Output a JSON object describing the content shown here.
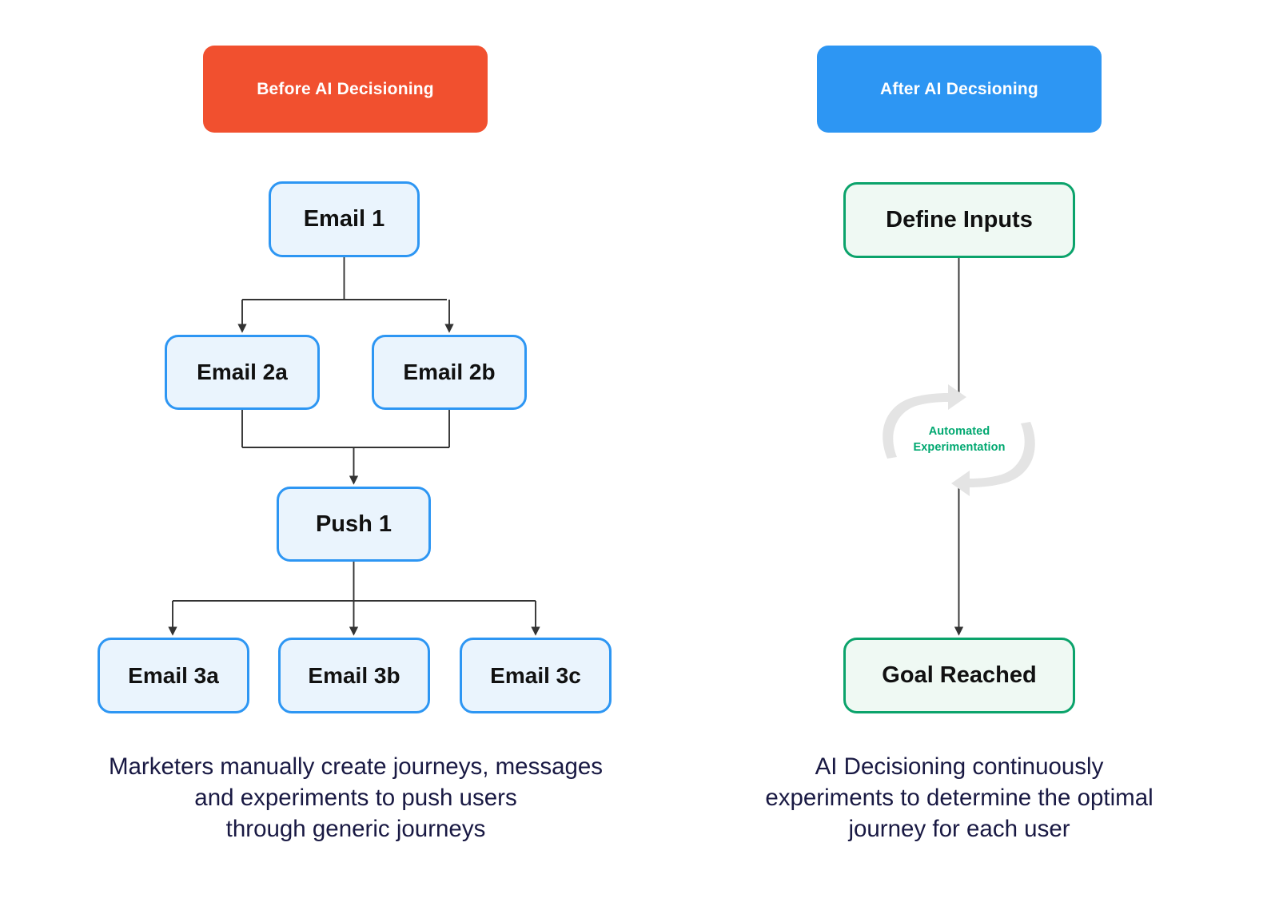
{
  "theme": {
    "before_pill_color": "#F1502F",
    "after_pill_color": "#2D96F3",
    "blue_node_border": "#2D96F3",
    "blue_node_fill": "#EAF4FD",
    "green_node_border": "#0BA36B",
    "green_node_fill": "#EFF9F3",
    "connector_color": "#333333",
    "loop_arrow_color": "#E3E3E3",
    "loop_label_color": "#00A870",
    "caption_color": "#191943",
    "background": "#FFFFFF"
  },
  "left_panel": {
    "header": "Before AI Decisioning",
    "nodes": [
      {
        "id": "email1",
        "label": "Email 1"
      },
      {
        "id": "email2a",
        "label": "Email 2a"
      },
      {
        "id": "email2b",
        "label": "Email 2b"
      },
      {
        "id": "push1",
        "label": "Push 1"
      },
      {
        "id": "email3a",
        "label": "Email 3a"
      },
      {
        "id": "email3b",
        "label": "Email 3b"
      },
      {
        "id": "email3c",
        "label": "Email 3c"
      }
    ],
    "caption_lines": [
      "Marketers manually create journeys, messages",
      "and experiments to push users",
      "through generic journeys"
    ]
  },
  "right_panel": {
    "header": "After AI Decsioning",
    "nodes": [
      {
        "id": "define_inputs",
        "label": "Define Inputs"
      },
      {
        "id": "goal_reached",
        "label": "Goal Reached"
      }
    ],
    "loop_label_lines": [
      "Automated",
      "Experimentation"
    ],
    "caption_lines": [
      "AI Decisioning continuously",
      "experiments to determine the optimal",
      "journey for each user"
    ]
  }
}
